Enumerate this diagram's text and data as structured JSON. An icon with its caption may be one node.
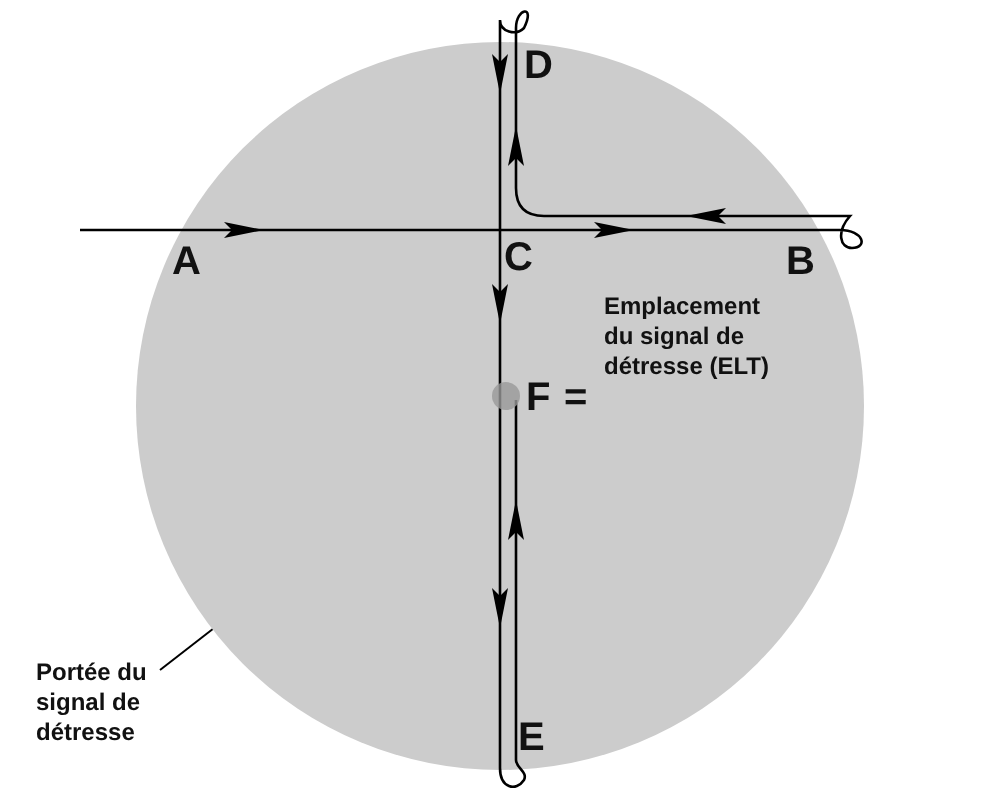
{
  "diagram": {
    "nodes": [
      {
        "text": [],
        "shape": "circle"
      },
      {
        "text": [
          "Portée du signal de détresse"
        ]
      }
    ],
    "edges": [
      {
        "from": 1,
        "to": 0,
        "arrow": "none"
      }
    ],
    "labels": [
      "D",
      "A",
      "C",
      "B",
      "F",
      "=",
      "Emplacement du signal de détresse (ELT)",
      "E"
    ]
  }
}
